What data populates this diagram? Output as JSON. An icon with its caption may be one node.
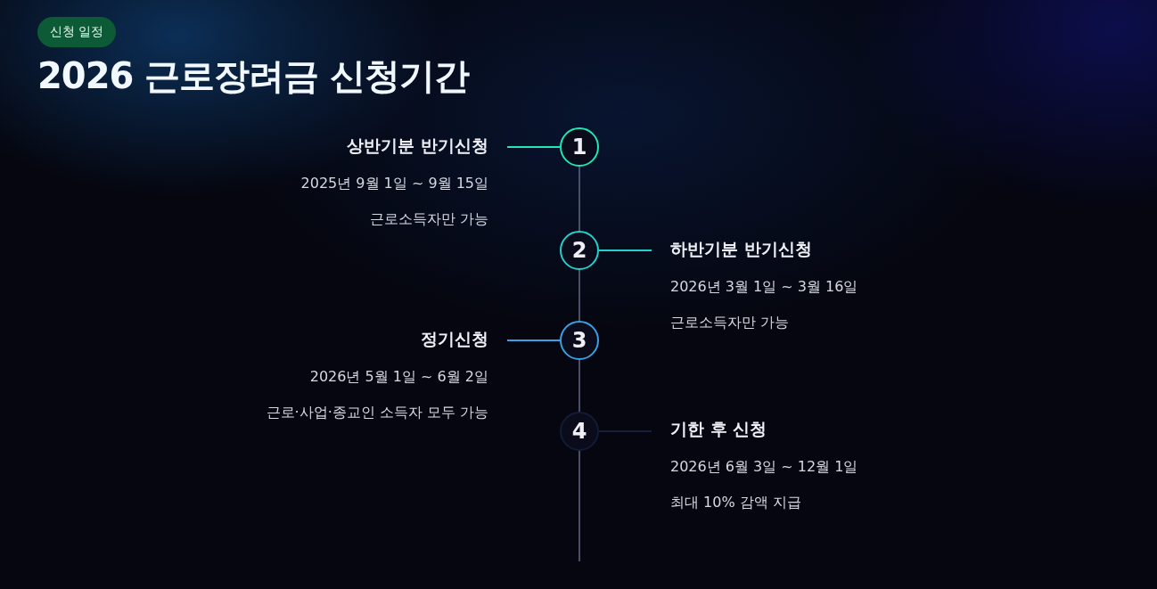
{
  "diagram": {
    "title": "2026 근로장려금 신청기간",
    "nodes": [
      {
        "text": [
          "신청 일정"
        ]
      },
      {
        "text": [
          "상반기분 반기신청",
          "2025년 9월 1일 ~ 9월 15일",
          "근로소득자만 가능"
        ]
      },
      {
        "text": [
          "1"
        ]
      },
      {
        "text": [
          "2"
        ]
      },
      {
        "text": [
          "하반기분 반기신청",
          "2026년 3월 1일 ~ 3월 16일",
          "근로소득자만 가능"
        ]
      },
      {
        "text": [
          "정기신청",
          "2026년 5월 1일 ~ 6월 2일",
          "근로·사업·종교인 소득자 모두 가능"
        ]
      },
      {
        "text": [
          "3"
        ]
      },
      {
        "text": [
          "4"
        ]
      },
      {
        "text": [
          "기한 후 신청",
          "2026년 6월 3일 ~ 12월 1일",
          "최대 10% 감액 지급"
        ]
      }
    ],
    "edges": [
      {
        "from": 1,
        "to": 2,
        "arrow": "none",
        "color": "#1ee8b4"
      },
      {
        "from": 3,
        "to": 4,
        "arrow": "none",
        "color": "#22d0cc"
      },
      {
        "from": 5,
        "to": 6,
        "arrow": "none",
        "color": "#3aa0e4"
      },
      {
        "from": 7,
        "to": 8,
        "arrow": "none",
        "color": "#16203a"
      },
      {
        "from": 2,
        "to": 3,
        "arrow": "none"
      },
      {
        "from": 3,
        "to": 6,
        "arrow": "none"
      },
      {
        "from": 6,
        "to": 7,
        "arrow": "none"
      },
      {
        "from": 7,
        "to": null,
        "arrow": "none"
      }
    ]
  }
}
